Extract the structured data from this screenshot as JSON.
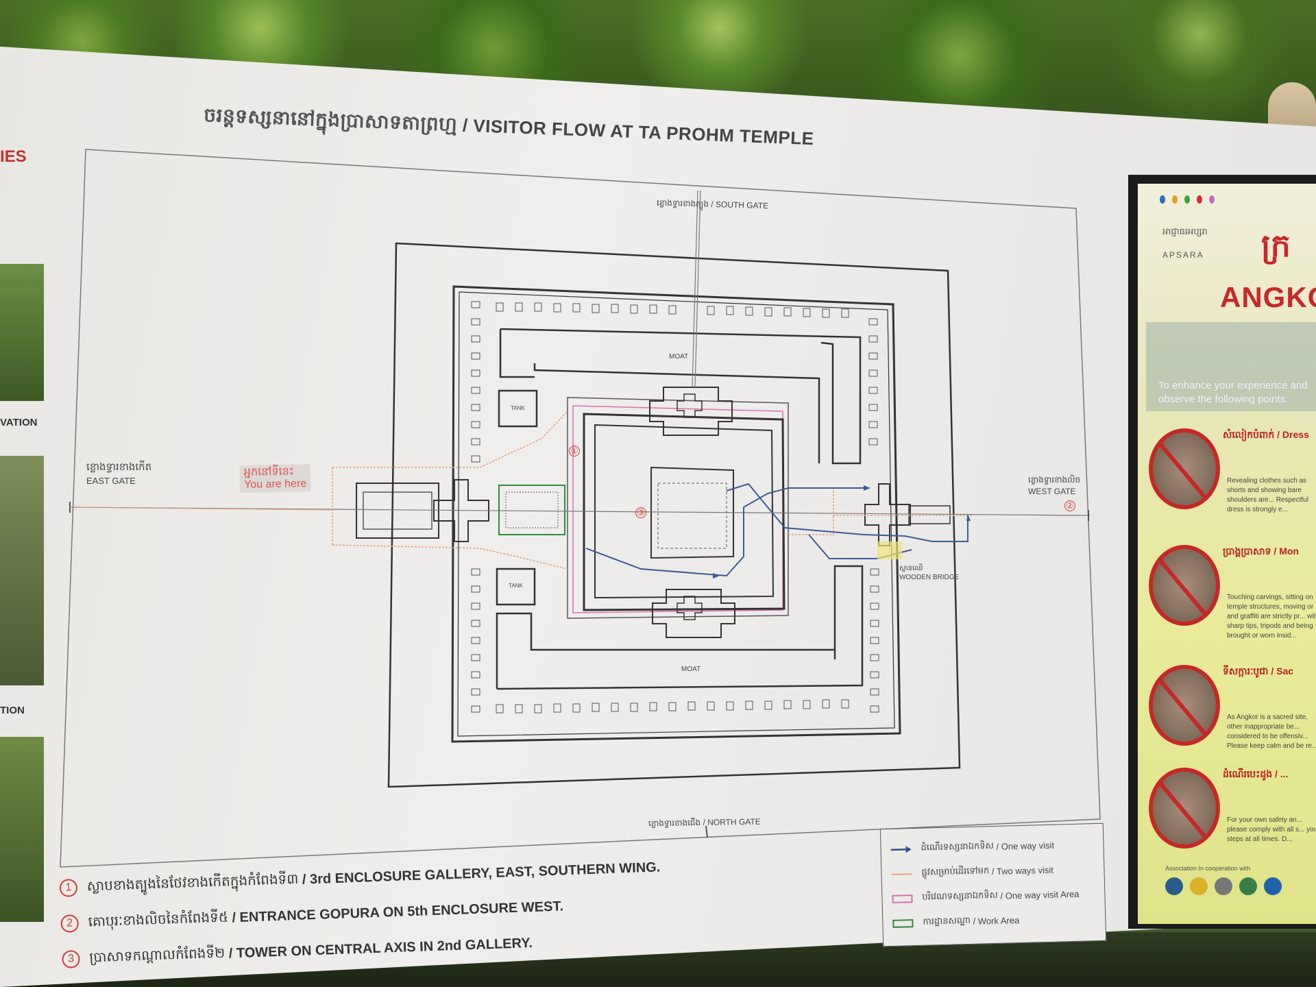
{
  "photo": {
    "title_khmer": "ចរន្តទស្សនានៅក្នុងប្រាសាទតាព្រហ្ម",
    "title_english": "/ VISITOR FLOW AT TA PROHM TEMPLE",
    "left_strip": {
      "partial_1": "IES",
      "partial_2": "VATION",
      "partial_3": "TION"
    },
    "gates": {
      "south_kh": "ខ្លោងទ្វារខាងត្បូង",
      "south_en": "/ SOUTH GATE",
      "east_kh": "ខ្លោងទ្វារខាងកើត",
      "east_en": "EAST GATE",
      "west_kh": "ខ្លោងទ្វារខាងលិច",
      "west_en": "WEST GATE",
      "north_kh": "ខ្លោងទ្វារខាងជើង",
      "north_en": "/ NORTH GATE"
    },
    "labels": {
      "moat_top": "MOAT",
      "moat_bottom": "MOAT",
      "tank_top": "TANK",
      "tank_bottom": "TANK",
      "bridge_kh": "ស្ពានឈើ",
      "bridge_en": "WOODEN BRIDGE",
      "you_are_here_kh": "អ្នកនៅទីនេះ",
      "you_are_here_en": "You are here",
      "marker_1": "①",
      "marker_2": "②",
      "marker_3": "③"
    },
    "legend": [
      {
        "kh": "ដំណើរទស្សនាឯកទិស",
        "en": "/ One way visit",
        "color": "#2f4d8a",
        "kind": "arrow"
      },
      {
        "kh": "ផ្លូវសម្រាប់ដើរទៅមក",
        "en": "/ Two ways visit",
        "color": "#e8a07a",
        "kind": "line"
      },
      {
        "kh": "បរិវេណទស្សនាឯកទិស",
        "en": "/ One way visit Area",
        "color": "#d96fb0",
        "kind": "box"
      },
      {
        "kh": "ការដ្ឋានសណ្ឋា",
        "en": "/ Work Area",
        "color": "#2e8b3a",
        "kind": "box"
      }
    ],
    "notes": [
      {
        "mark": "1",
        "kh": "ស្លាបខាងត្បូងនៃថែវខាងកើតក្នុងកំពែងទី៣",
        "en": "/ 3rd ENCLOSURE GALLERY, EAST, SOUTHERN WING."
      },
      {
        "mark": "2",
        "kh": "គោបុរៈខាងលិចនៃកំពែងទី៥",
        "en": "/ ENTRANCE GOPURA ON 5th ENCLOSURE WEST."
      },
      {
        "mark": "3",
        "kh": "ប្រាសាទកណ្ដាលកំពែងទី២",
        "en": "/ TOWER ON CENTRAL AXIS IN 2nd GALLERY."
      }
    ],
    "side_panel": {
      "brand_kh": "អាជ្ញាធរអប្សរា",
      "brand_en": "APSARA",
      "title_kh": "ក្រ",
      "title_en": "ANGKO",
      "intro_en": "To enhance your experience and observe the following points:",
      "rules": [
        {
          "heading": "សំលៀកបំពាក់ / Dress",
          "text": "Revealing clothes such as shorts and showing bare shoulders are... Respectful dress is strongly e..."
        },
        {
          "heading": "ប្រាង្គប្រាសាទ / Mon",
          "text": "Touching carvings, sitting on temple structures, moving or and graffiti are strictly pr... with sharp tips, tripods and being brought or worn insid..."
        },
        {
          "heading": "ទីសក្ការៈបូជា / Sac",
          "text": "As Angkor is a sacred site, other inappropriate be... considered to be offensiv... Please keep calm and be re..."
        },
        {
          "heading": "ដំណើរបេះដូង / ...",
          "text": "For your own safety an... please comply with all s... your steps at all times. D..."
        }
      ],
      "cooperation": "Association In cooperation with"
    }
  }
}
